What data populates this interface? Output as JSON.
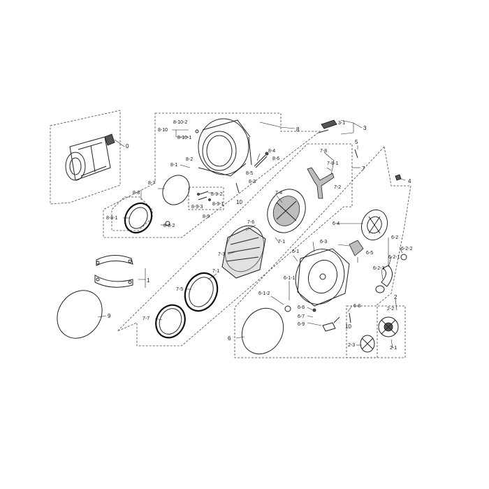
{
  "labels": {
    "l0": "0",
    "l1": "1",
    "l2": "2",
    "l2_1": "2-1",
    "l2_2": "2-2",
    "l2_3": "2-3",
    "l3": "3",
    "l3_1": "3-1",
    "l4": "4",
    "l5": "5",
    "l6": "6",
    "l6_1": "6-1",
    "l6_1_1": "6-1-1",
    "l6_1_2": "6-1-2",
    "l6_2": "6-2",
    "l6_2_1": "6-2-1",
    "l6_2_2": "6-2-2",
    "l6_2_3": "6-2-3",
    "l6_3": "6-3",
    "l6_4": "6-4",
    "l6_5": "6-5",
    "l6_6": "6-6",
    "l6_7": "6-7",
    "l6_8": "6-8",
    "l6_9": "6-9",
    "l7": "7",
    "l7_1a": "7-1",
    "l7_1b": "7-1",
    "l7_2": "7-2",
    "l7_3": "7-3",
    "l7_4": "7-4",
    "l7_5": "7-5",
    "l7_6": "7-6",
    "l7_7": "7-7",
    "l7_8": "7-8",
    "l7_8_1": "7-8-1",
    "l8": "8",
    "l8_1": "8-1",
    "l8_2": "8-2",
    "l8_3": "8-3",
    "l8_4": "8-4",
    "l8_5": "8-5",
    "l8_6": "8-6",
    "l8_7": "8-7",
    "l8_8": "8-8",
    "l8_8_1": "8-8-1",
    "l8_8_2": "8-8-2",
    "l8_9": "8-9",
    "l8_9_1": "8-9-1",
    "l8_9_2": "8-9-2",
    "l8_9_3": "8-9-3",
    "l8_10": "8-10",
    "l8_10_1": "8-10-1",
    "l8_10_2": "8-10-2",
    "l9": "9",
    "l10a": "10",
    "l10b": "10"
  }
}
